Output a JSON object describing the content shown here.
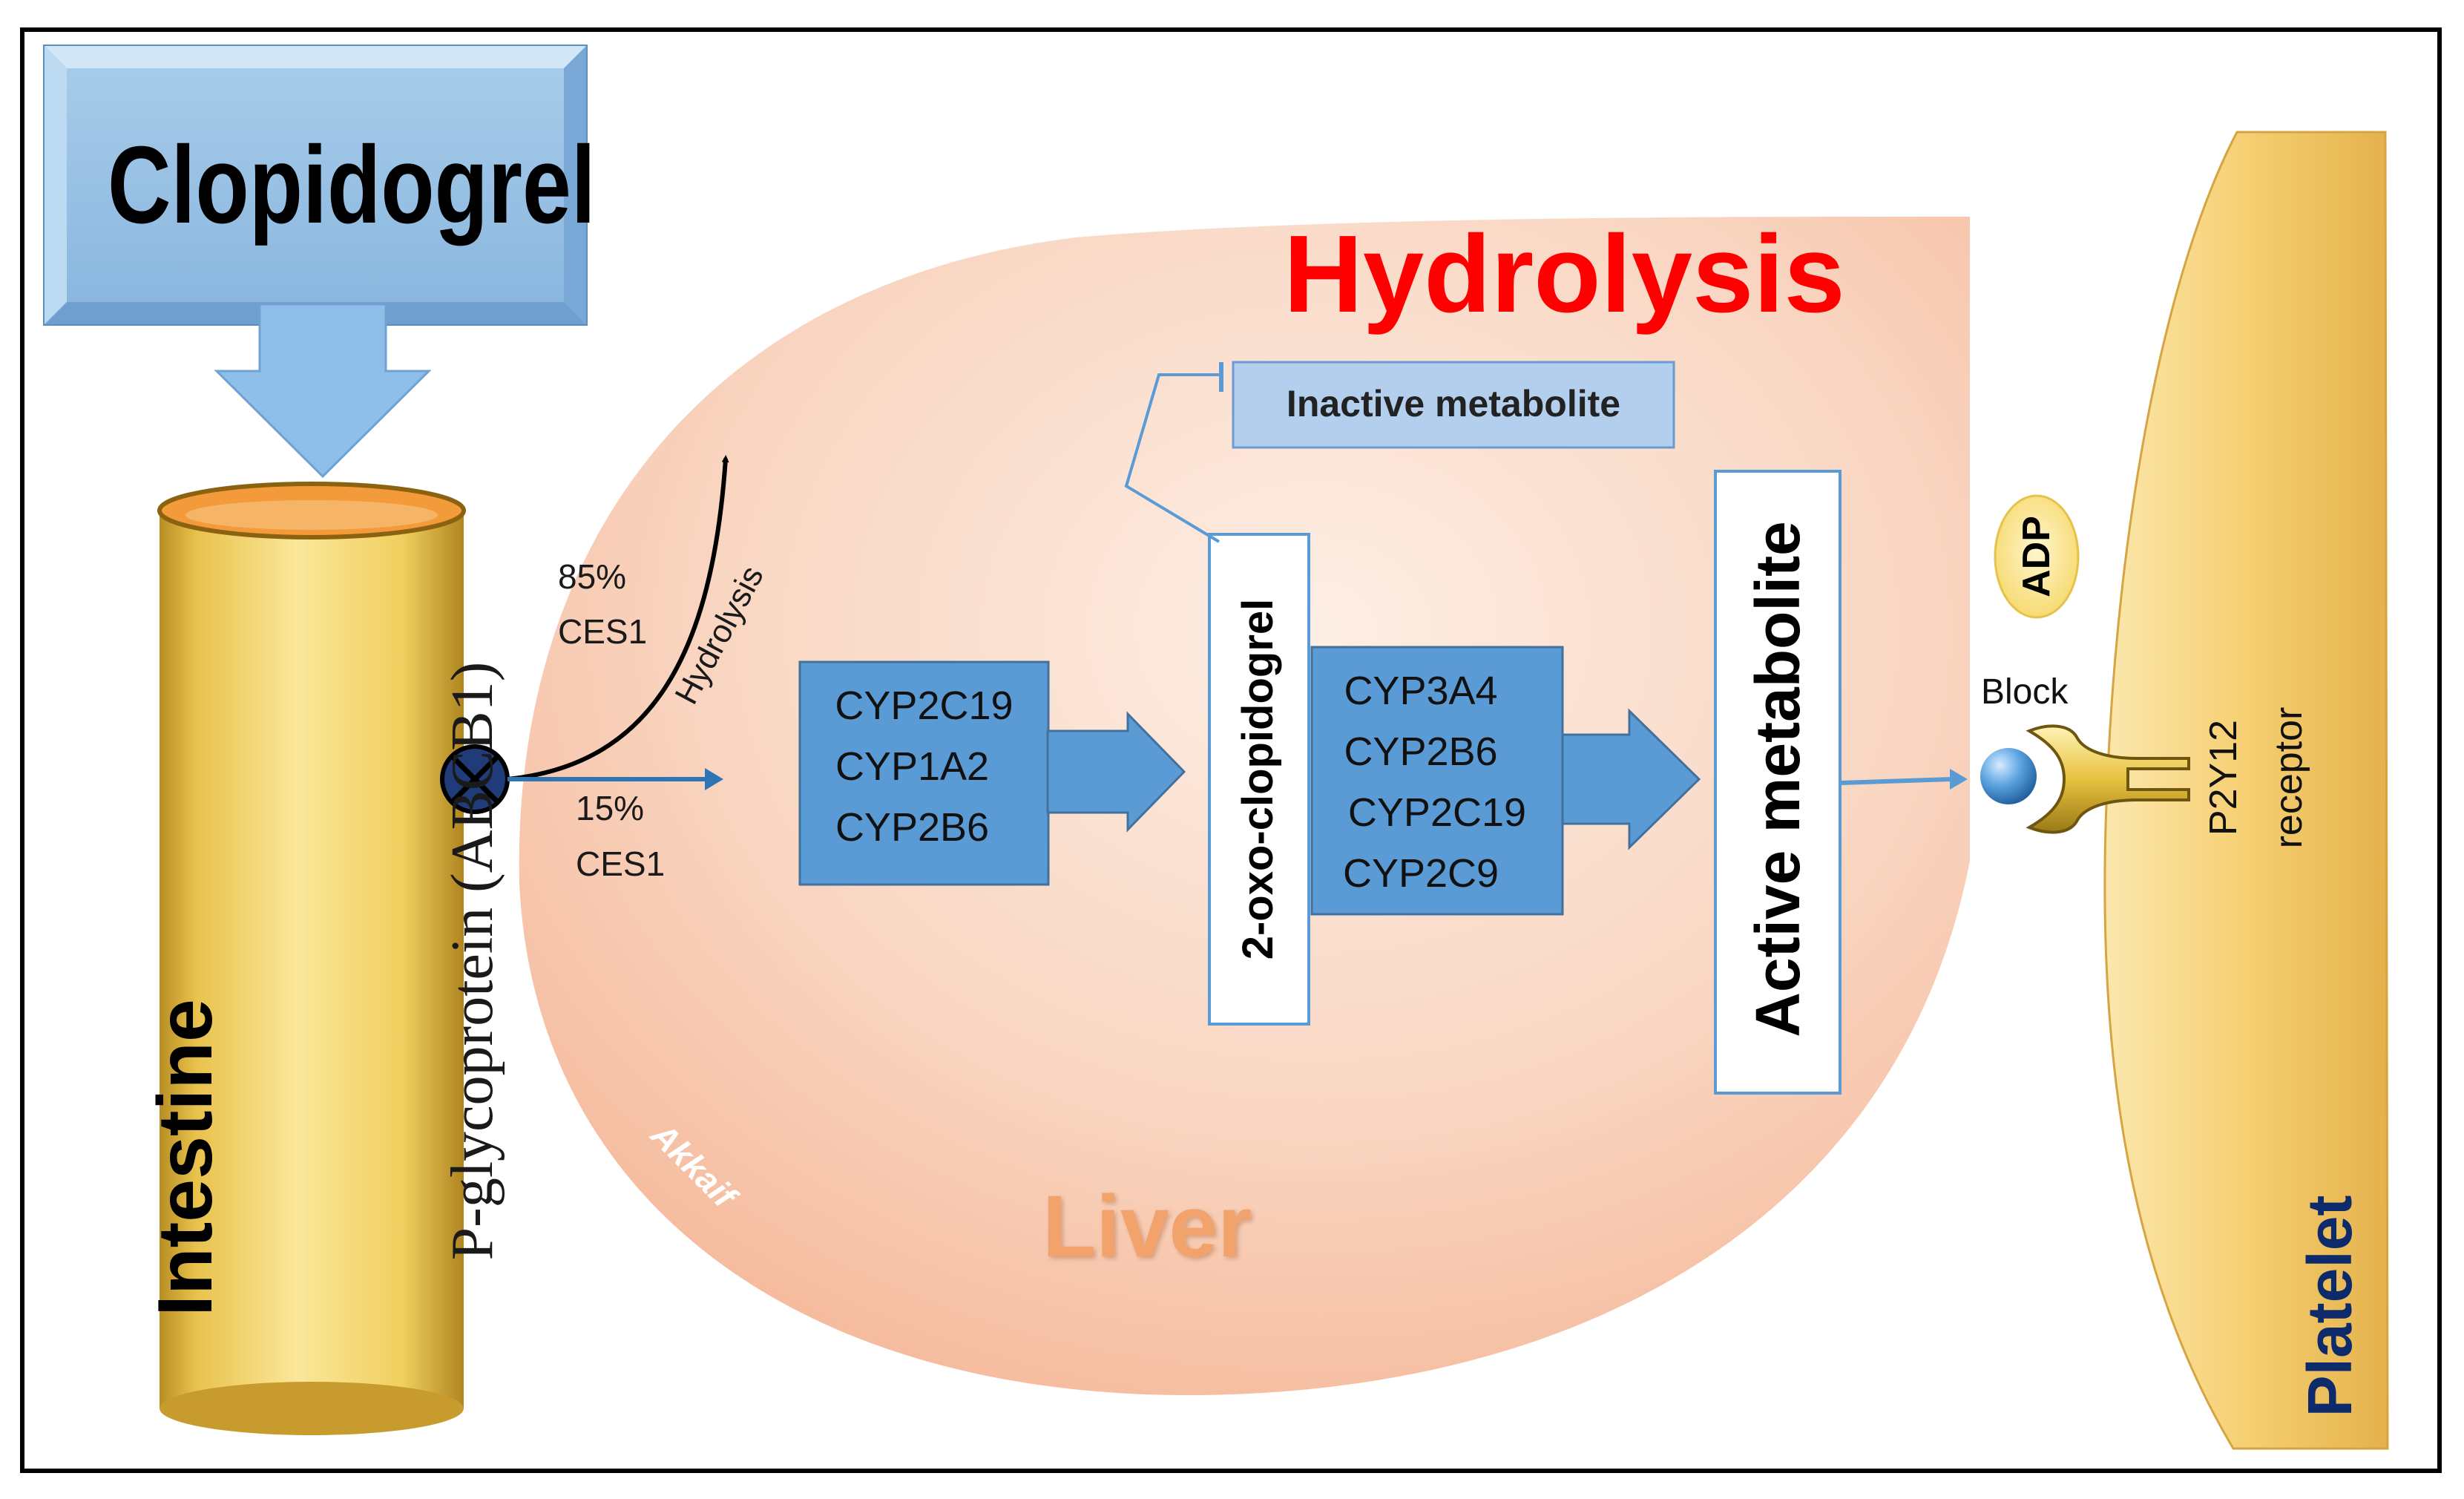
{
  "diagram": {
    "drug": "Clopidogrel",
    "organs": {
      "intestine": "Intestine",
      "liver": "Liver",
      "platelet": "Platelet"
    },
    "transporter": "P-glycoprotein (ABCB1)",
    "heading": "Hydrolysis",
    "branch_major": {
      "percent": "85%",
      "enzyme": "CES1",
      "label": "Hydrolysis"
    },
    "branch_minor": {
      "percent": "15%",
      "enzyme": "CES1"
    },
    "step1_enzymes": [
      "CYP2C19",
      "CYP1A2",
      "CYP2B6"
    ],
    "intermediate": "2-oxo-clopidogrel",
    "inactive": "Inactive metabolite",
    "step2_enzymes": [
      "CYP3A4",
      "CYP2B6",
      "CYP2C19",
      "CYP2C9"
    ],
    "active": "Active metabolite",
    "ligand": "ADP",
    "block": "Block",
    "receptor_line1": "P2Y12",
    "receptor_line2": "receptor",
    "watermark": "Akkaif",
    "colors": {
      "enzyme_box": "#5b9bd5",
      "arrow_blue": "#2e75b6",
      "heading_red": "#ff0000",
      "liver_fill": "#f8c7ae",
      "intestine_fill": "#f3d66a",
      "platelet_fill": "#f7cf6f",
      "drug_box": "#9dc3e6",
      "platelet_text": "#0d2a6b"
    }
  }
}
